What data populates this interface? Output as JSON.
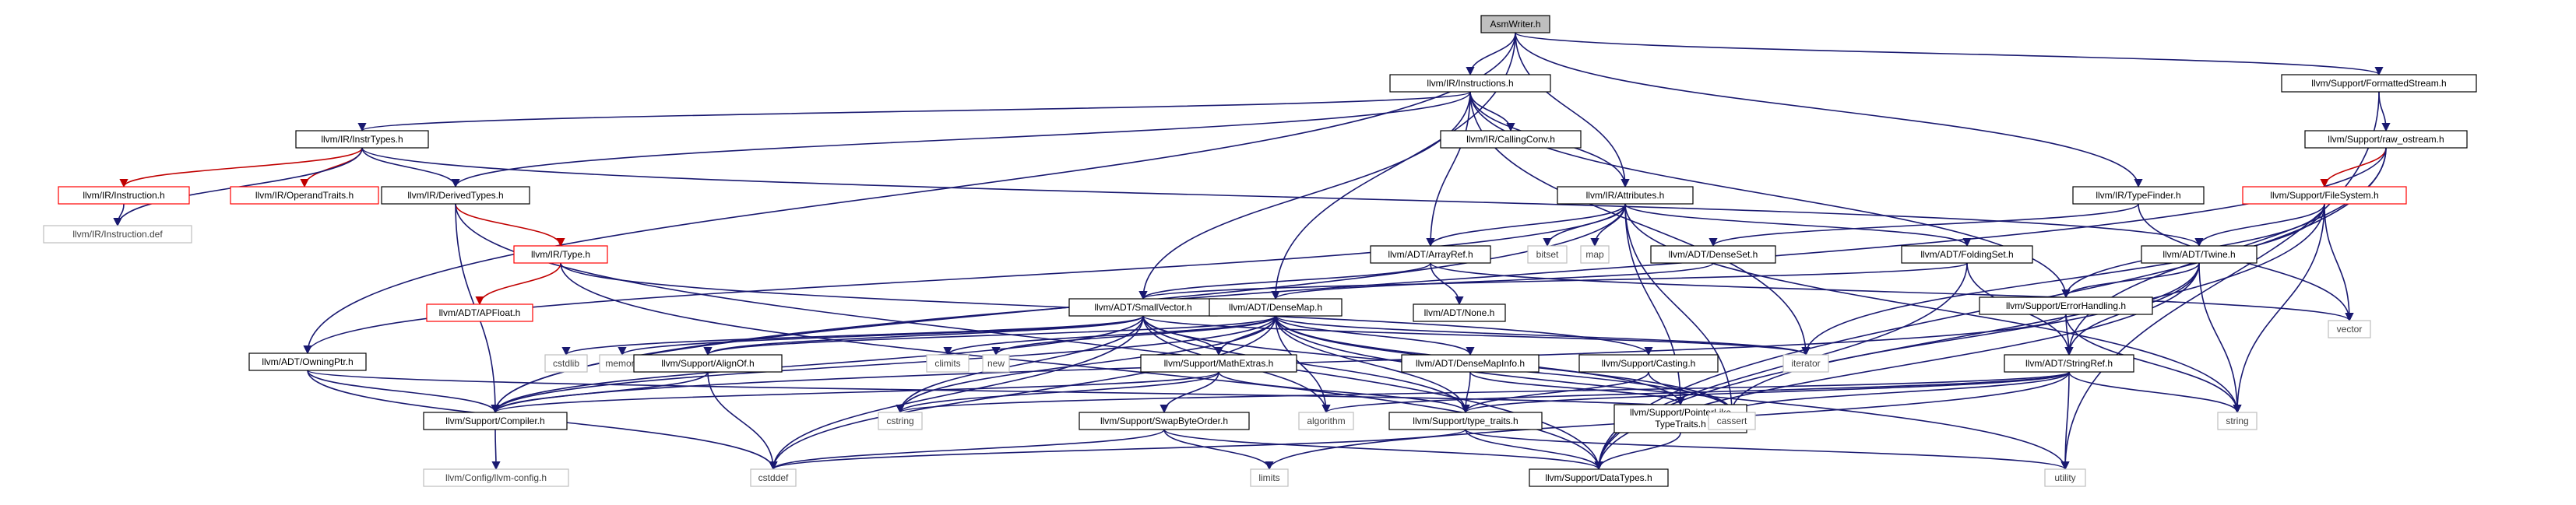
{
  "graph": {
    "colors": {
      "edge_blue": "#191970",
      "edge_red": "#c00000",
      "edge_dark": "#404040",
      "node_root_fill": "#bfbfbf",
      "node_border": "#000000",
      "node_red_border": "#ff0000",
      "node_grey_border": "#bfbfbf"
    },
    "nodes": [
      {
        "id": "AsmWriter",
        "label": "AsmWriter.h",
        "style": "root"
      },
      {
        "id": "Instructions",
        "label": "llvm/IR/Instructions.h",
        "style": "normal"
      },
      {
        "id": "FormattedStream",
        "label": "llvm/Support/FormattedStream.h",
        "style": "normal"
      },
      {
        "id": "InstrTypes",
        "label": "llvm/IR/InstrTypes.h",
        "style": "normal"
      },
      {
        "id": "CallingConv",
        "label": "llvm/IR/CallingConv.h",
        "style": "normal"
      },
      {
        "id": "raw_ostream",
        "label": "llvm/Support/raw_ostream.h",
        "style": "normal"
      },
      {
        "id": "Instruction",
        "label": "llvm/IR/Instruction.h",
        "style": "red"
      },
      {
        "id": "OperandTraits",
        "label": "llvm/IR/OperandTraits.h",
        "style": "red"
      },
      {
        "id": "DerivedTypes",
        "label": "llvm/IR/DerivedTypes.h",
        "style": "normal"
      },
      {
        "id": "Attributes",
        "label": "llvm/IR/Attributes.h",
        "style": "normal"
      },
      {
        "id": "TypeFinder",
        "label": "llvm/IR/TypeFinder.h",
        "style": "normal"
      },
      {
        "id": "FileSystem",
        "label": "llvm/Support/FileSystem.h",
        "style": "red"
      },
      {
        "id": "InstructionDef",
        "label": "llvm/IR/Instruction.def",
        "style": "grey"
      },
      {
        "id": "Type",
        "label": "llvm/IR/Type.h",
        "style": "red"
      },
      {
        "id": "bitset",
        "label": "bitset",
        "style": "grey"
      },
      {
        "id": "map",
        "label": "map",
        "style": "grey"
      },
      {
        "id": "ArrayRef",
        "label": "llvm/ADT/ArrayRef.h",
        "style": "normal"
      },
      {
        "id": "DenseSet",
        "label": "llvm/ADT/DenseSet.h",
        "style": "normal"
      },
      {
        "id": "FoldingSet",
        "label": "llvm/ADT/FoldingSet.h",
        "style": "normal"
      },
      {
        "id": "Twine",
        "label": "llvm/ADT/Twine.h",
        "style": "normal"
      },
      {
        "id": "APFloat",
        "label": "llvm/ADT/APFloat.h",
        "style": "red"
      },
      {
        "id": "None",
        "label": "llvm/ADT/None.h",
        "style": "normal"
      },
      {
        "id": "vector",
        "label": "vector",
        "style": "grey"
      },
      {
        "id": "ErrorHandling",
        "label": "llvm/Support/ErrorHandling.h",
        "style": "normal"
      },
      {
        "id": "SmallVector",
        "label": "llvm/ADT/SmallVector.h",
        "style": "normal"
      },
      {
        "id": "DenseMap",
        "label": "llvm/ADT/DenseMap.h",
        "style": "normal"
      },
      {
        "id": "OwningPtr",
        "label": "llvm/ADT/OwningPtr.h",
        "style": "normal"
      },
      {
        "id": "cstdlib",
        "label": "cstdlib",
        "style": "grey"
      },
      {
        "id": "memory",
        "label": "memory",
        "style": "grey"
      },
      {
        "id": "AlignOf",
        "label": "llvm/Support/AlignOf.h",
        "style": "normal"
      },
      {
        "id": "climits",
        "label": "climits",
        "style": "grey"
      },
      {
        "id": "new",
        "label": "new",
        "style": "grey"
      },
      {
        "id": "MathExtras",
        "label": "llvm/Support/MathExtras.h",
        "style": "normal"
      },
      {
        "id": "DenseMapInfo",
        "label": "llvm/ADT/DenseMapInfo.h",
        "style": "normal"
      },
      {
        "id": "Casting",
        "label": "llvm/Support/Casting.h",
        "style": "normal"
      },
      {
        "id": "iterator",
        "label": "iterator",
        "style": "grey"
      },
      {
        "id": "StringRef",
        "label": "llvm/ADT/StringRef.h",
        "style": "normal"
      },
      {
        "id": "Compiler",
        "label": "llvm/Support/Compiler.h",
        "style": "normal"
      },
      {
        "id": "cstring",
        "label": "cstring",
        "style": "grey"
      },
      {
        "id": "SwapByteOrder",
        "label": "llvm/Support/SwapByteOrder.h",
        "style": "normal"
      },
      {
        "id": "algorithm",
        "label": "algorithm",
        "style": "grey"
      },
      {
        "id": "type_traits",
        "label": "llvm/Support/type_traits.h",
        "style": "normal"
      },
      {
        "id": "PointerLikeTypeTraits",
        "label": "llvm/Support/PointerLike",
        "label2": "TypeTraits.h",
        "style": "normal"
      },
      {
        "id": "cassert",
        "label": "cassert",
        "style": "grey"
      },
      {
        "id": "string",
        "label": "string",
        "style": "grey"
      },
      {
        "id": "llvmconfig",
        "label": "llvm/Config/llvm-config.h",
        "style": "grey"
      },
      {
        "id": "cstddef",
        "label": "cstddef",
        "style": "grey"
      },
      {
        "id": "limits",
        "label": "limits",
        "style": "grey"
      },
      {
        "id": "DataTypes",
        "label": "llvm/Support/DataTypes.h",
        "style": "normal"
      },
      {
        "id": "utility",
        "label": "utility",
        "style": "grey"
      }
    ],
    "edges": [
      [
        "AsmWriter",
        "Instructions"
      ],
      [
        "AsmWriter",
        "FormattedStream"
      ],
      [
        "AsmWriter",
        "Attributes"
      ],
      [
        "AsmWriter",
        "TypeFinder"
      ],
      [
        "AsmWriter",
        "DenseMap"
      ],
      [
        "AsmWriter",
        "OwningPtr"
      ],
      [
        "Instructions",
        "InstrTypes"
      ],
      [
        "Instructions",
        "CallingConv"
      ],
      [
        "Instructions",
        "Attributes"
      ],
      [
        "Instructions",
        "DerivedTypes"
      ],
      [
        "Instructions",
        "ArrayRef"
      ],
      [
        "Instructions",
        "SmallVector"
      ],
      [
        "Instructions",
        "ErrorHandling"
      ],
      [
        "Instructions",
        "iterator"
      ],
      [
        "FormattedStream",
        "raw_ostream"
      ],
      [
        "FormattedStream",
        "utility"
      ],
      [
        "InstrTypes",
        "Instruction"
      ],
      [
        "InstrTypes",
        "OperandTraits"
      ],
      [
        "InstrTypes",
        "DerivedTypes"
      ],
      [
        "InstrTypes",
        "Twine"
      ],
      [
        "InstrTypes",
        "InstructionDef"
      ],
      [
        "Instruction",
        "InstructionDef"
      ],
      [
        "raw_ostream",
        "FileSystem"
      ],
      [
        "raw_ostream",
        "StringRef"
      ],
      [
        "raw_ostream",
        "Compiler"
      ],
      [
        "raw_ostream",
        "DataTypes"
      ],
      [
        "DerivedTypes",
        "Type"
      ],
      [
        "DerivedTypes",
        "Compiler"
      ],
      [
        "DerivedTypes",
        "DataTypes"
      ],
      [
        "Attributes",
        "bitset"
      ],
      [
        "Attributes",
        "map"
      ],
      [
        "Attributes",
        "ArrayRef"
      ],
      [
        "Attributes",
        "FoldingSet"
      ],
      [
        "Attributes",
        "OwningPtr"
      ],
      [
        "Attributes",
        "string"
      ],
      [
        "Attributes",
        "cassert"
      ],
      [
        "Attributes",
        "PointerLikeTypeTraits"
      ],
      [
        "Attributes",
        "Compiler"
      ],
      [
        "TypeFinder",
        "DenseSet"
      ],
      [
        "TypeFinder",
        "vector"
      ],
      [
        "FileSystem",
        "Twine"
      ],
      [
        "FileSystem",
        "ErrorHandling"
      ],
      [
        "FileSystem",
        "DataTypes"
      ],
      [
        "FileSystem",
        "vector"
      ],
      [
        "FileSystem",
        "string"
      ],
      [
        "FileSystem",
        "iterator"
      ],
      [
        "Type",
        "APFloat"
      ],
      [
        "Type",
        "Casting"
      ],
      [
        "Type",
        "DataTypes"
      ],
      [
        "ArrayRef",
        "None"
      ],
      [
        "ArrayRef",
        "SmallVector"
      ],
      [
        "ArrayRef",
        "vector"
      ],
      [
        "DenseSet",
        "DenseMap"
      ],
      [
        "FoldingSet",
        "SmallVector"
      ],
      [
        "FoldingSet",
        "StringRef"
      ],
      [
        "FoldingSet",
        "DataTypes"
      ],
      [
        "Twine",
        "StringRef"
      ],
      [
        "Twine",
        "ErrorHandling"
      ],
      [
        "Twine",
        "DataTypes"
      ],
      [
        "Twine",
        "string"
      ],
      [
        "Twine",
        "cassert"
      ],
      [
        "ErrorHandling",
        "StringRef"
      ],
      [
        "ErrorHandling",
        "Compiler"
      ],
      [
        "ErrorHandling",
        "string"
      ],
      [
        "SmallVector",
        "AlignOf"
      ],
      [
        "SmallVector",
        "Compiler"
      ],
      [
        "SmallVector",
        "MathExtras"
      ],
      [
        "SmallVector",
        "type_traits"
      ],
      [
        "SmallVector",
        "algorithm"
      ],
      [
        "SmallVector",
        "cassert"
      ],
      [
        "SmallVector",
        "cstddef"
      ],
      [
        "SmallVector",
        "cstdlib"
      ],
      [
        "SmallVector",
        "cstring"
      ],
      [
        "SmallVector",
        "iterator"
      ],
      [
        "SmallVector",
        "memory"
      ],
      [
        "DenseMap",
        "AlignOf"
      ],
      [
        "DenseMap",
        "MathExtras"
      ],
      [
        "DenseMap",
        "DenseMapInfo"
      ],
      [
        "DenseMap",
        "PointerLikeTypeTraits"
      ],
      [
        "DenseMap",
        "type_traits"
      ],
      [
        "DenseMap",
        "algorithm"
      ],
      [
        "DenseMap",
        "cassert"
      ],
      [
        "DenseMap",
        "climits"
      ],
      [
        "DenseMap",
        "cstddef"
      ],
      [
        "DenseMap",
        "cstring"
      ],
      [
        "DenseMap",
        "iterator"
      ],
      [
        "DenseMap",
        "new"
      ],
      [
        "DenseMap",
        "utility"
      ],
      [
        "DenseMap",
        "Compiler"
      ],
      [
        "OwningPtr",
        "Compiler"
      ],
      [
        "OwningPtr",
        "cassert"
      ],
      [
        "OwningPtr",
        "cstddef"
      ],
      [
        "AlignOf",
        "Compiler"
      ],
      [
        "AlignOf",
        "cstddef"
      ],
      [
        "MathExtras",
        "Compiler"
      ],
      [
        "MathExtras",
        "SwapByteOrder"
      ],
      [
        "MathExtras",
        "type_traits"
      ],
      [
        "MathExtras",
        "cstring"
      ],
      [
        "DenseMapInfo",
        "PointerLikeTypeTraits"
      ],
      [
        "DenseMapInfo",
        "type_traits"
      ],
      [
        "Casting",
        "type_traits"
      ],
      [
        "Casting",
        "cassert"
      ],
      [
        "StringRef",
        "type_traits"
      ],
      [
        "StringRef",
        "algorithm"
      ],
      [
        "StringRef",
        "cassert"
      ],
      [
        "StringRef",
        "cstring"
      ],
      [
        "StringRef",
        "limits"
      ],
      [
        "StringRef",
        "string"
      ],
      [
        "StringRef",
        "utility"
      ],
      [
        "Compiler",
        "llvmconfig"
      ],
      [
        "SwapByteOrder",
        "DataTypes"
      ],
      [
        "SwapByteOrder",
        "cstddef"
      ],
      [
        "SwapByteOrder",
        "limits"
      ],
      [
        "type_traits",
        "DataTypes"
      ],
      [
        "type_traits",
        "cstddef"
      ],
      [
        "type_traits",
        "utility"
      ],
      [
        "PointerLikeTypeTraits",
        "DataTypes"
      ]
    ]
  }
}
